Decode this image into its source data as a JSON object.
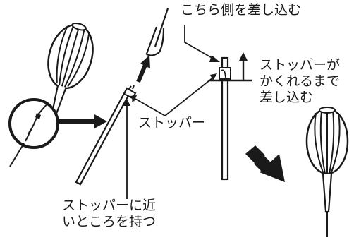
{
  "labels": {
    "insert_this_side": "こちら側を差し込む",
    "until_hidden_line1": "ストッパーが",
    "until_hidden_line2": "かくれるまで",
    "until_hidden_line3": "差し込む",
    "stopper": "ストッパー",
    "hold_line1": "ストッパーに近",
    "hold_line2": "いところを持つ"
  },
  "colors": {
    "ink": "#1a1a1a",
    "background": "#ffffff"
  },
  "icons": [
    "blower-bulb-icon",
    "circle-magnifier-icon",
    "nozzle-stick-icon",
    "direction-arrow-icon",
    "large-down-arrow-icon"
  ]
}
